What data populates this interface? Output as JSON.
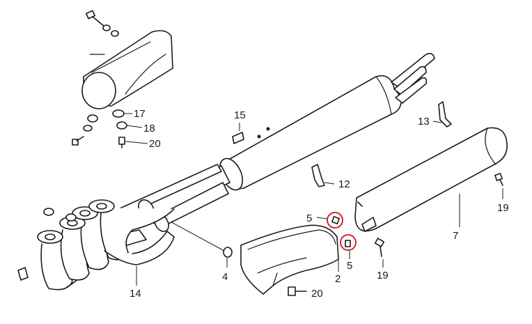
{
  "diagram": {
    "type": "exploded-parts-diagram",
    "callouts": [
      {
        "id": "c17",
        "label": "17"
      },
      {
        "id": "c18",
        "label": "18"
      },
      {
        "id": "c20a",
        "label": "20"
      },
      {
        "id": "c15",
        "label": "15"
      },
      {
        "id": "c13",
        "label": "13"
      },
      {
        "id": "c12",
        "label": "12"
      },
      {
        "id": "c19a",
        "label": "19"
      },
      {
        "id": "c5a",
        "label": "5"
      },
      {
        "id": "c5b",
        "label": "5"
      },
      {
        "id": "c7",
        "label": "7"
      },
      {
        "id": "c4",
        "label": "4"
      },
      {
        "id": "c2",
        "label": "2"
      },
      {
        "id": "c19b",
        "label": "19"
      },
      {
        "id": "c14",
        "label": "14"
      },
      {
        "id": "c20b",
        "label": "20"
      }
    ],
    "highlight_color": "#d8202a",
    "highlighted_parts": [
      "5",
      "5"
    ]
  }
}
